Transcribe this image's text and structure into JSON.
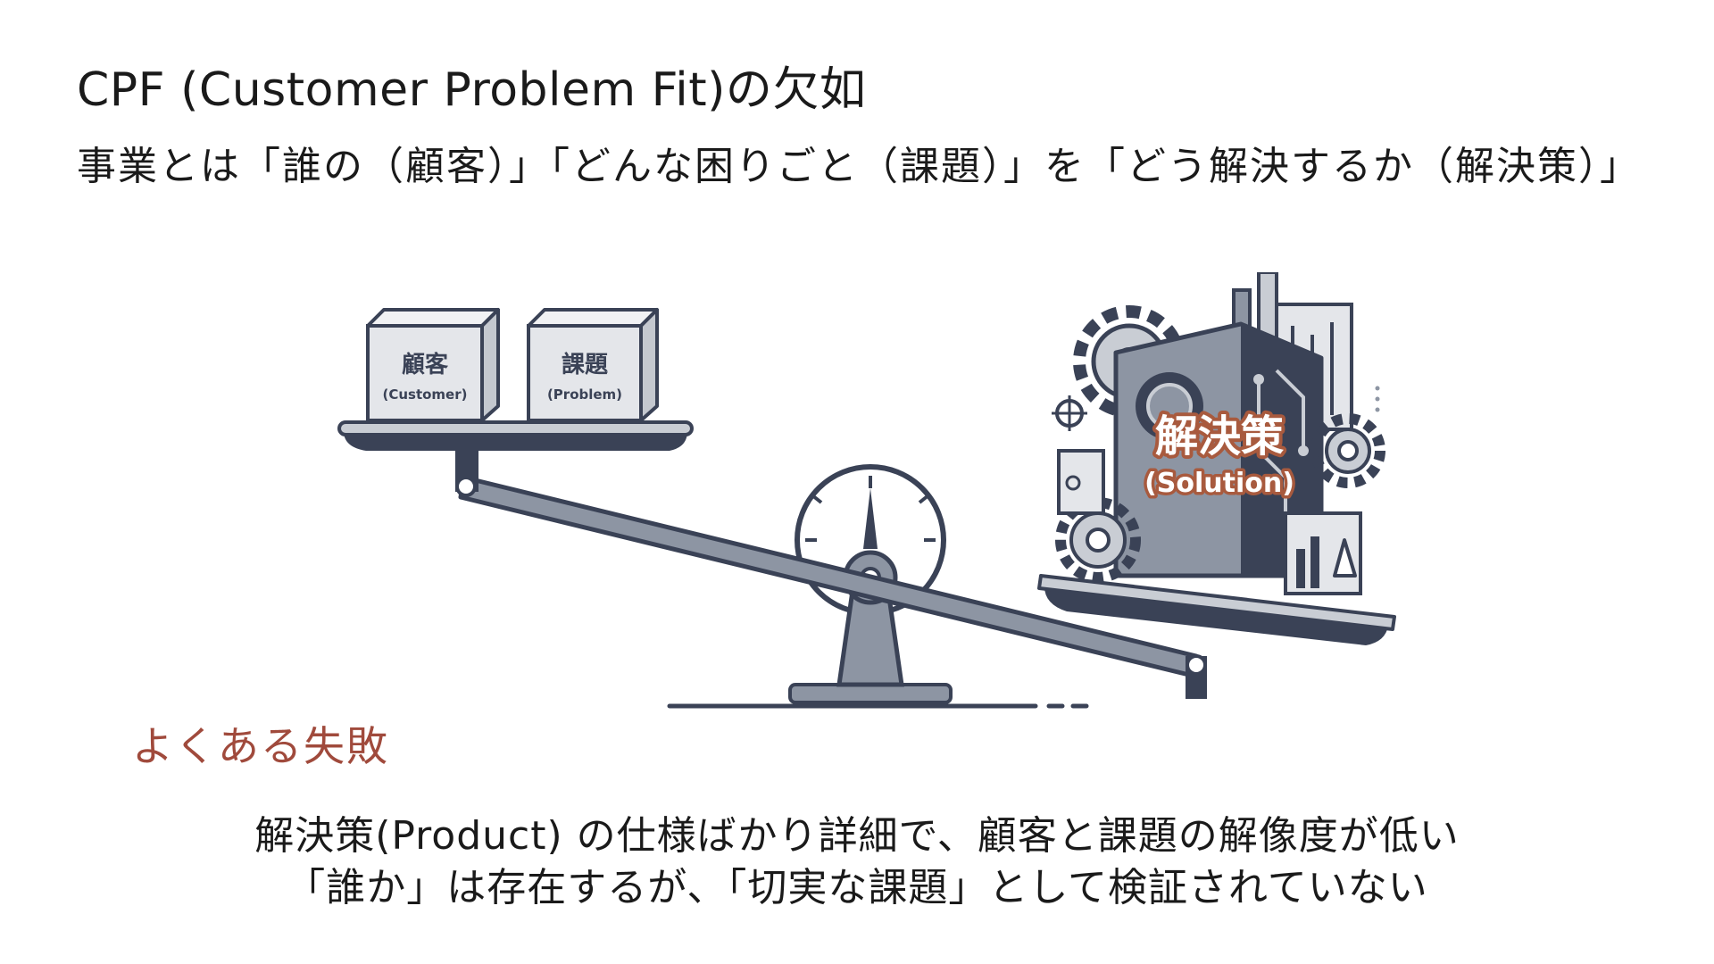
{
  "slide": {
    "title": "CPF (Customer Problem Fit)の欠如",
    "subtitle": "事業とは「誰の（顧客）」「どんな困りごと（課題）」を「どう解決するか（解決策）」"
  },
  "illustration": {
    "box_customer_main": "顧客",
    "box_customer_sub": "(Customer)",
    "box_problem_main": "課題",
    "box_problem_sub": "(Problem)",
    "solution_main": "解決策",
    "solution_sub": "(Solution)",
    "colors": {
      "dark": "#3a4256",
      "mid": "#8d95a3",
      "light": "#c9cdd4",
      "box": "#e4e6ea",
      "accent": "#a85a3e"
    }
  },
  "failures": {
    "label": "よくある失敗",
    "line1": "解決策(Product) の仕様ばかり詳細で、顧客と課題の解像度が低い",
    "line2": "「誰か」は存在するが、「切実な課題」として検証されていない"
  }
}
